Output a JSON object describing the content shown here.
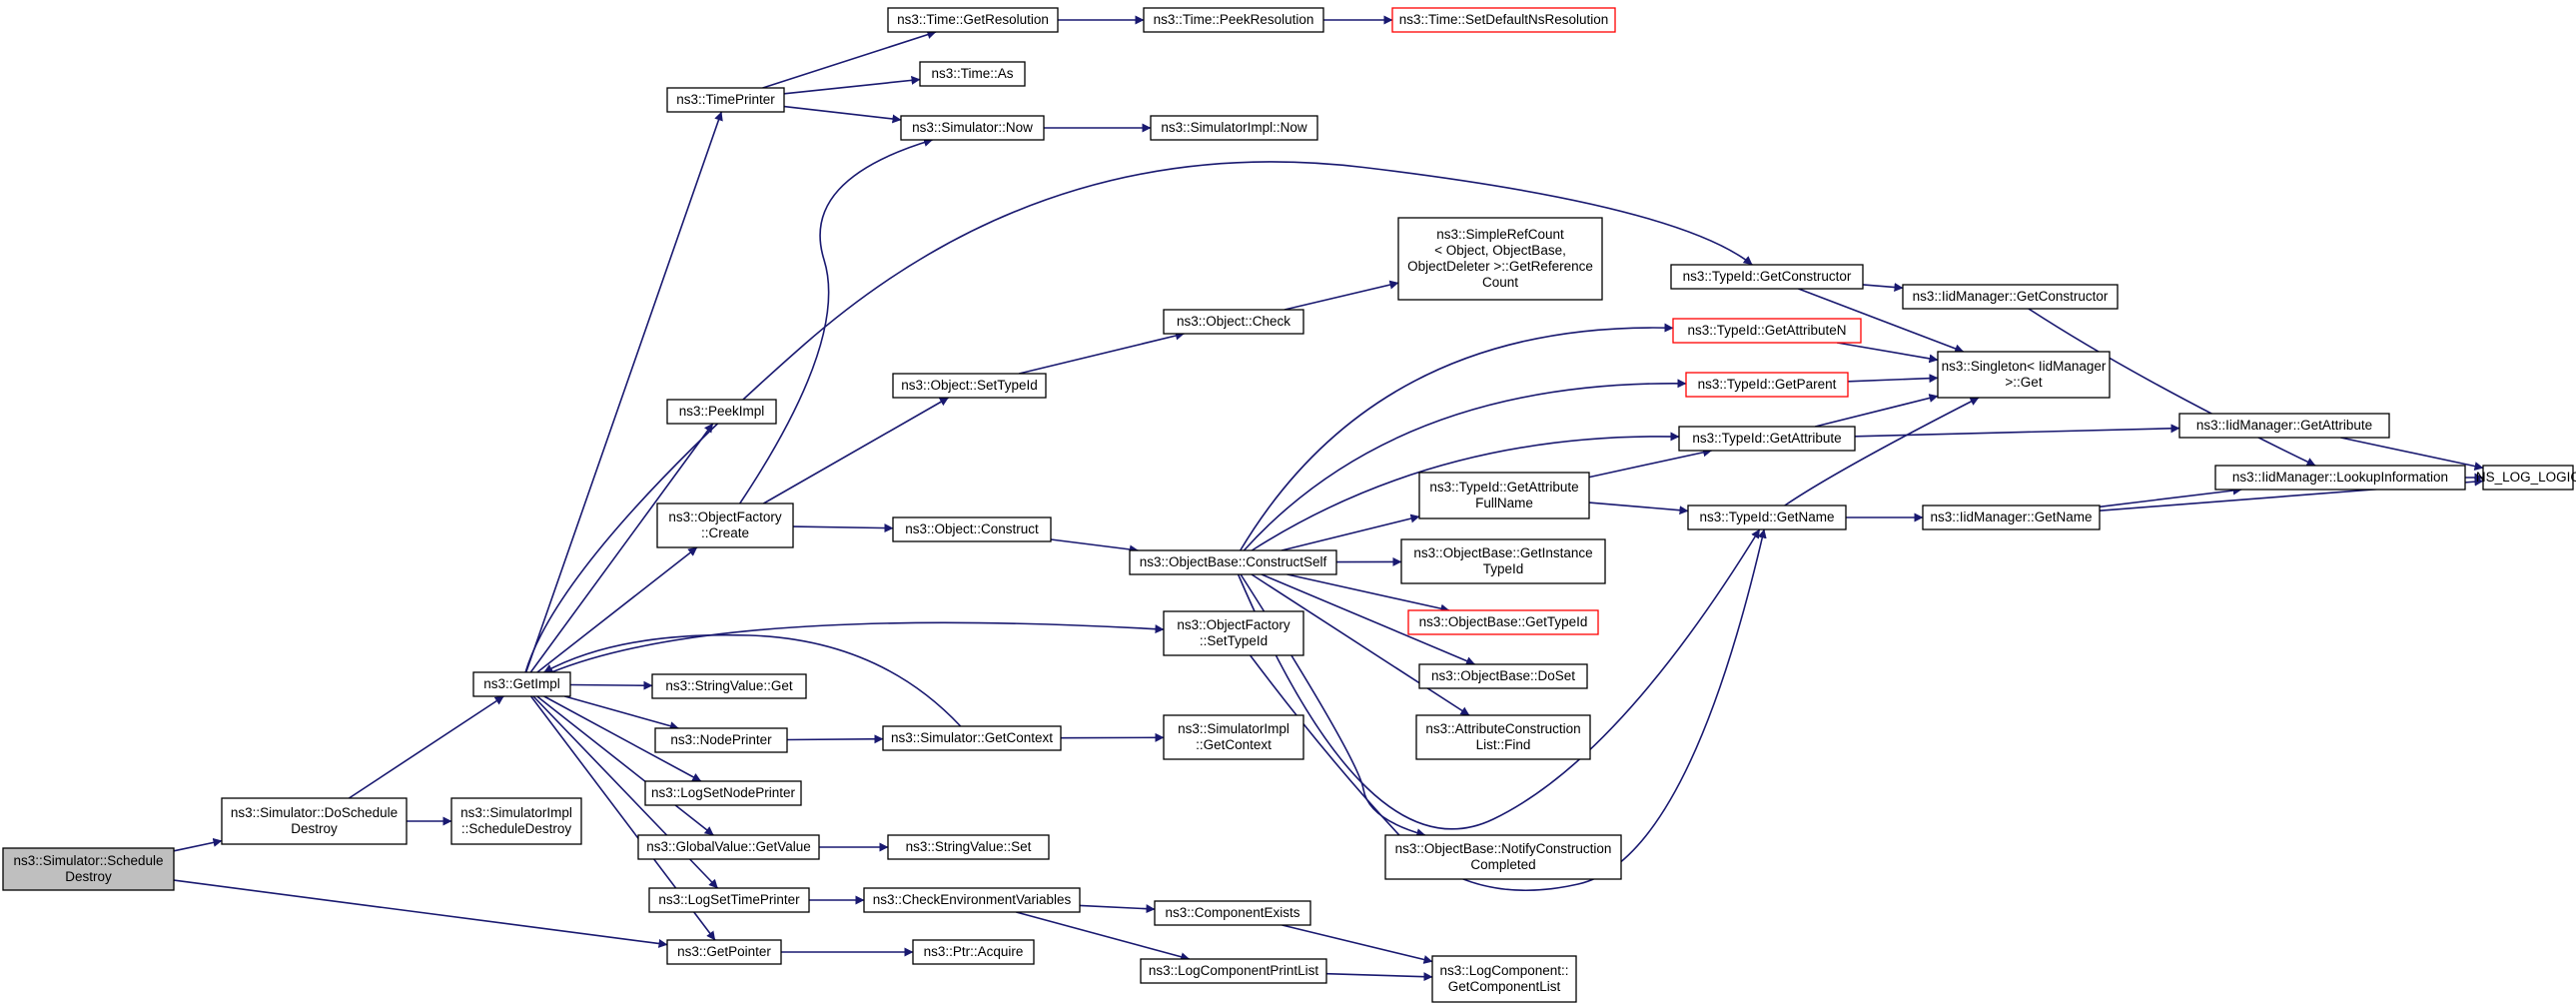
{
  "colors": {
    "edge": "#191970",
    "node_border": "#000000",
    "truncated_border": "#ff0000",
    "root_fill": "#bfbfbf",
    "node_fill": "#ffffff"
  },
  "nodes": [
    {
      "id": "root",
      "lines": [
        "ns3::Simulator::Schedule",
        "Destroy"
      ],
      "style": "root"
    },
    {
      "id": "doschedule",
      "lines": [
        "ns3::Simulator::DoSchedule",
        "Destroy"
      ]
    },
    {
      "id": "implsched",
      "lines": [
        "ns3::SimulatorImpl",
        "::ScheduleDestroy"
      ]
    },
    {
      "id": "getimpl",
      "lines": [
        "ns3::GetImpl"
      ]
    },
    {
      "id": "getpointer",
      "lines": [
        "ns3::GetPointer"
      ]
    },
    {
      "id": "timeprinter",
      "lines": [
        "ns3::TimePrinter"
      ]
    },
    {
      "id": "peekimpl",
      "lines": [
        "ns3::PeekImpl"
      ]
    },
    {
      "id": "ofcreate",
      "lines": [
        "ns3::ObjectFactory",
        "::Create"
      ]
    },
    {
      "id": "svget",
      "lines": [
        "ns3::StringValue::Get"
      ]
    },
    {
      "id": "nodeprinter",
      "lines": [
        "ns3::NodePrinter"
      ]
    },
    {
      "id": "logsetnode",
      "lines": [
        "ns3::LogSetNodePrinter"
      ]
    },
    {
      "id": "gvgetvalue",
      "lines": [
        "ns3::GlobalValue::GetValue"
      ]
    },
    {
      "id": "logsettime",
      "lines": [
        "ns3::LogSetTimePrinter"
      ]
    },
    {
      "id": "getres",
      "lines": [
        "ns3::Time::GetResolution"
      ]
    },
    {
      "id": "timeas",
      "lines": [
        "ns3::Time::As"
      ]
    },
    {
      "id": "simnow",
      "lines": [
        "ns3::Simulator::Now"
      ]
    },
    {
      "id": "setTypeId",
      "lines": [
        "ns3::Object::SetTypeId"
      ]
    },
    {
      "id": "objconstruct",
      "lines": [
        "ns3::Object::Construct"
      ]
    },
    {
      "id": "simgetctx",
      "lines": [
        "ns3::Simulator::GetContext"
      ]
    },
    {
      "id": "svset",
      "lines": [
        "ns3::StringValue::Set"
      ]
    },
    {
      "id": "checkenv",
      "lines": [
        "ns3::CheckEnvironmentVariables"
      ]
    },
    {
      "id": "ptracquire",
      "lines": [
        "ns3::Ptr::Acquire"
      ]
    },
    {
      "id": "peekres",
      "lines": [
        "ns3::Time::PeekResolution"
      ]
    },
    {
      "id": "implnow",
      "lines": [
        "ns3::SimulatorImpl::Now"
      ]
    },
    {
      "id": "objcheck",
      "lines": [
        "ns3::Object::Check"
      ]
    },
    {
      "id": "constructself",
      "lines": [
        "ns3::ObjectBase::ConstructSelf"
      ]
    },
    {
      "id": "ofsettypeid",
      "lines": [
        "ns3::ObjectFactory",
        "::SetTypeId"
      ]
    },
    {
      "id": "implgetctx",
      "lines": [
        "ns3::SimulatorImpl",
        "::GetContext"
      ]
    },
    {
      "id": "compexists",
      "lines": [
        "ns3::ComponentExists"
      ]
    },
    {
      "id": "logprintlist",
      "lines": [
        "ns3::LogComponentPrintList"
      ]
    },
    {
      "id": "setdefres",
      "lines": [
        "ns3::Time::SetDefaultNsResolution"
      ],
      "style": "trunc"
    },
    {
      "id": "refcount",
      "lines": [
        "ns3::SimpleRefCount",
        "< Object, ObjectBase,",
        "ObjectDeleter >::GetReference",
        "Count"
      ]
    },
    {
      "id": "attrfullname",
      "lines": [
        "ns3::TypeId::GetAttribute",
        "FullName"
      ]
    },
    {
      "id": "getinsttypeid",
      "lines": [
        "ns3::ObjectBase::GetInstance",
        "TypeId"
      ]
    },
    {
      "id": "obgettypeid",
      "lines": [
        "ns3::ObjectBase::GetTypeId"
      ],
      "style": "trunc"
    },
    {
      "id": "obdoset",
      "lines": [
        "ns3::ObjectBase::DoSet"
      ]
    },
    {
      "id": "attrconsfind",
      "lines": [
        "ns3::AttributeConstruction",
        "List::Find"
      ]
    },
    {
      "id": "notifycons",
      "lines": [
        "ns3::ObjectBase::NotifyConstruction",
        "Completed"
      ]
    },
    {
      "id": "getcomplist",
      "lines": [
        "ns3::LogComponent::",
        "GetComponentList"
      ]
    },
    {
      "id": "tgetconstructor",
      "lines": [
        "ns3::TypeId::GetConstructor"
      ]
    },
    {
      "id": "tgetattrn",
      "lines": [
        "ns3::TypeId::GetAttributeN"
      ],
      "style": "trunc"
    },
    {
      "id": "tgetparent",
      "lines": [
        "ns3::TypeId::GetParent"
      ],
      "style": "trunc"
    },
    {
      "id": "tgetattr",
      "lines": [
        "ns3::TypeId::GetAttribute"
      ]
    },
    {
      "id": "tgetname",
      "lines": [
        "ns3::TypeId::GetName"
      ]
    },
    {
      "id": "mgetconstructor",
      "lines": [
        "ns3::IidManager::GetConstructor"
      ]
    },
    {
      "id": "singleton",
      "lines": [
        "ns3::Singleton< IidManager",
        ">::Get"
      ]
    },
    {
      "id": "mgetname",
      "lines": [
        "ns3::IidManager::GetName"
      ]
    },
    {
      "id": "mgetattr",
      "lines": [
        "ns3::IidManager::GetAttribute"
      ]
    },
    {
      "id": "lookupinfo",
      "lines": [
        "ns3::IidManager::LookupInformation"
      ]
    },
    {
      "id": "nslog",
      "lines": [
        "NS_LOG_LOGIC"
      ]
    }
  ],
  "edges": [
    [
      "root",
      "doschedule"
    ],
    [
      "root",
      "getpointer"
    ],
    [
      "doschedule",
      "getimpl"
    ],
    [
      "doschedule",
      "implsched"
    ],
    [
      "getimpl",
      "timeprinter"
    ],
    [
      "getimpl",
      "peekimpl"
    ],
    [
      "getimpl",
      "ofcreate"
    ],
    [
      "getimpl",
      "svget"
    ],
    [
      "getimpl",
      "nodeprinter"
    ],
    [
      "getimpl",
      "logsetnode"
    ],
    [
      "getimpl",
      "gvgetvalue"
    ],
    [
      "getimpl",
      "logsettime"
    ],
    [
      "getimpl",
      "getpointer"
    ],
    [
      "getimpl",
      "tgetconstructor"
    ],
    [
      "getimpl",
      "ofsettypeid"
    ],
    [
      "timeprinter",
      "getres"
    ],
    [
      "timeprinter",
      "timeas"
    ],
    [
      "timeprinter",
      "simnow"
    ],
    [
      "getres",
      "peekres"
    ],
    [
      "peekres",
      "setdefres"
    ],
    [
      "simnow",
      "implnow"
    ],
    [
      "ofcreate",
      "setTypeId"
    ],
    [
      "ofcreate",
      "objconstruct"
    ],
    [
      "ofcreate",
      "simnow"
    ],
    [
      "setTypeId",
      "objcheck"
    ],
    [
      "objcheck",
      "refcount"
    ],
    [
      "objconstruct",
      "constructself"
    ],
    [
      "constructself",
      "tgetattrn"
    ],
    [
      "constructself",
      "tgetparent"
    ],
    [
      "constructself",
      "tgetattr"
    ],
    [
      "constructself",
      "attrfullname"
    ],
    [
      "constructself",
      "getinsttypeid"
    ],
    [
      "constructself",
      "obgettypeid"
    ],
    [
      "constructself",
      "obdoset"
    ],
    [
      "constructself",
      "attrconsfind"
    ],
    [
      "constructself",
      "notifycons"
    ],
    [
      "constructself",
      "tgetname"
    ],
    [
      "ofsettypeid",
      "tgetname"
    ],
    [
      "nodeprinter",
      "simgetctx"
    ],
    [
      "simgetctx",
      "implgetctx"
    ],
    [
      "simgetctx",
      "getimpl"
    ],
    [
      "gvgetvalue",
      "svset"
    ],
    [
      "logsettime",
      "checkenv"
    ],
    [
      "checkenv",
      "compexists"
    ],
    [
      "checkenv",
      "logprintlist"
    ],
    [
      "compexists",
      "getcomplist"
    ],
    [
      "logprintlist",
      "getcomplist"
    ],
    [
      "getpointer",
      "ptracquire"
    ],
    [
      "attrfullname",
      "tgetattr"
    ],
    [
      "attrfullname",
      "tgetname"
    ],
    [
      "tgetconstructor",
      "mgetconstructor"
    ],
    [
      "tgetconstructor",
      "singleton"
    ],
    [
      "mgetconstructor",
      "lookupinfo"
    ],
    [
      "tgetattrn",
      "singleton"
    ],
    [
      "tgetparent",
      "singleton"
    ],
    [
      "tgetattr",
      "singleton"
    ],
    [
      "tgetattr",
      "mgetattr"
    ],
    [
      "tgetname",
      "singleton"
    ],
    [
      "tgetname",
      "mgetname"
    ],
    [
      "mgetattr",
      "nslog"
    ],
    [
      "mgetname",
      "lookupinfo"
    ],
    [
      "mgetname",
      "nslog"
    ],
    [
      "lookupinfo",
      "nslog"
    ]
  ]
}
